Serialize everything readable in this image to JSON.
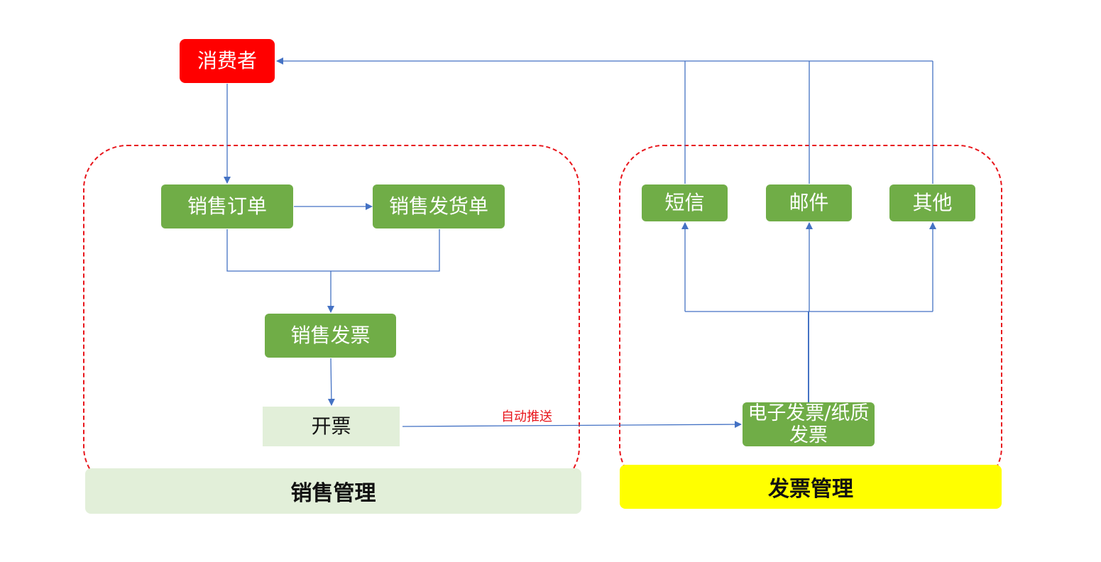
{
  "colors": {
    "node_green": "#70ad47",
    "node_red": "#ff0000",
    "node_light": "#e2efd9",
    "connector": "#4472c4",
    "group_border": "#e8151b",
    "sales_banner": "#e2efd9",
    "invoice_banner": "#ffff00"
  },
  "nodes": {
    "consumer": "消费者",
    "sales_order": "销售订单",
    "sales_delivery": "销售发货单",
    "sales_invoice": "销售发票",
    "issue_invoice": "开票",
    "e_invoice": "电子发票/纸质发票",
    "sms": "短信",
    "email": "邮件",
    "other": "其他"
  },
  "edge_labels": {
    "auto_push": "自动推送"
  },
  "groups": {
    "sales": "销售管理",
    "invoice": "发票管理"
  }
}
